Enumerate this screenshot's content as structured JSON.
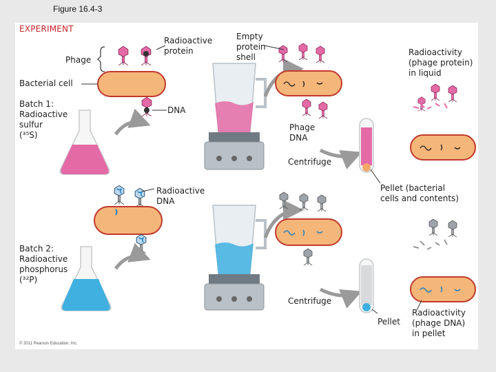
{
  "figure_label": "Figure 16.4-3",
  "experiment_label": "EXPERIMENT",
  "labels": {
    "phage": "Phage",
    "radioactive_protein": "Radioactive\nprotein",
    "empty_protein_shell": "Empty\nprotein\nshell",
    "radioactivity_liquid": "Radioactivity\n(phage protein)\nin liquid",
    "bacterial_cell": "Bacterial cell",
    "batch1": "Batch 1:\nRadioactive\nsulfur\n(³⁵S)",
    "dna": "DNA",
    "phage_dna": "Phage\nDNA",
    "centrifuge_top": "Centrifuge",
    "radioactive_dna": "Radioactive\nDNA",
    "pellet_contents": "Pellet (bacterial\ncells and contents)",
    "batch2": "Batch 2:\nRadioactive\nphosphorus\n(³²P)",
    "centrifuge_bottom": "Centrifuge",
    "pellet": "Pellet",
    "radioactivity_pellet": "Radioactivity\n(phage DNA)\nin pellet"
  },
  "copyright": "© 2011 Pearson Education, Inc.",
  "colors": {
    "sulfur_pink": "#e46aa6",
    "phosphorus_blue": "#3fb0e0",
    "cell_fill": "#f5b67a",
    "cell_stroke": "#c0392b",
    "arrow_gray": "#9a9a9a",
    "experiment_red": "#c8202a"
  }
}
